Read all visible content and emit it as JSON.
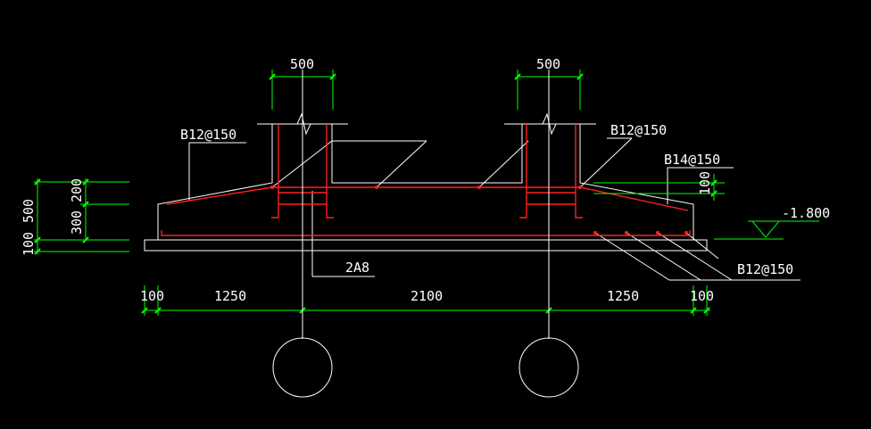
{
  "colors": {
    "background": "#000000",
    "outline": "#ffffff",
    "rebar": "#ff2020",
    "dimension": "#00ff00",
    "text": "#ffffff"
  },
  "labels": {
    "col_width_left": "500",
    "col_width_right": "500",
    "rebar_top_left": "B12@150",
    "rebar_top_right": "B12@150",
    "rebar_right_upper": "B14@150",
    "rebar_bottom_right": "B12@150",
    "stirrup": "2A8",
    "elevation": "-1.800",
    "dim_100_right_vertical": "100"
  },
  "left_dims": {
    "total": "500",
    "upper": "200",
    "middle": "300",
    "bottom_100": "100"
  },
  "bottom_dims": {
    "left_100": "100",
    "left_1250": "1250",
    "middle_2100": "2100",
    "right_1250": "1250",
    "right_100": "100"
  },
  "piles": [
    {
      "name": "pile-left"
    },
    {
      "name": "pile-right"
    }
  ]
}
